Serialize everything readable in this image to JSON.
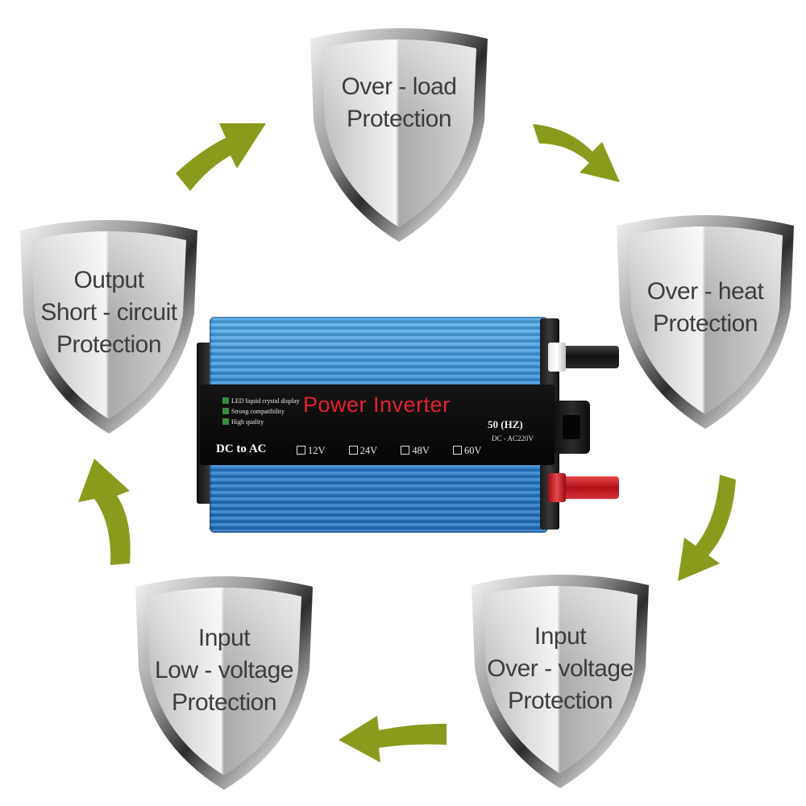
{
  "shields": [
    {
      "name": "shield-overload",
      "lines": [
        "Over - load",
        "Protection"
      ]
    },
    {
      "name": "shield-overheat",
      "lines": [
        "Over - heat",
        "Protection"
      ]
    },
    {
      "name": "shield-input-overvoltage",
      "lines": [
        "Input",
        "Over - voltage",
        "Protection"
      ]
    },
    {
      "name": "shield-input-lowvoltage",
      "lines": [
        "Input",
        "Low - voltage",
        "Protection"
      ]
    },
    {
      "name": "shield-output-shortcircuit",
      "lines": [
        "Output",
        "Short - circuit",
        "Protection"
      ]
    }
  ],
  "inverter": {
    "title": "Power Inverter",
    "features": [
      "LED liquid crystal display",
      "Strong compatibility",
      "High quality"
    ],
    "mode": "DC to AC",
    "voltages": [
      "12V",
      "24V",
      "48V",
      "60V"
    ],
    "frequency": "50 (HZ)",
    "range": "DC - AC220V"
  },
  "colors": {
    "arrow": "#8a9a1c",
    "shield_rim": "#2a2a2a",
    "inverter_body": "#2a82cf",
    "title_red": "#e8202a"
  }
}
